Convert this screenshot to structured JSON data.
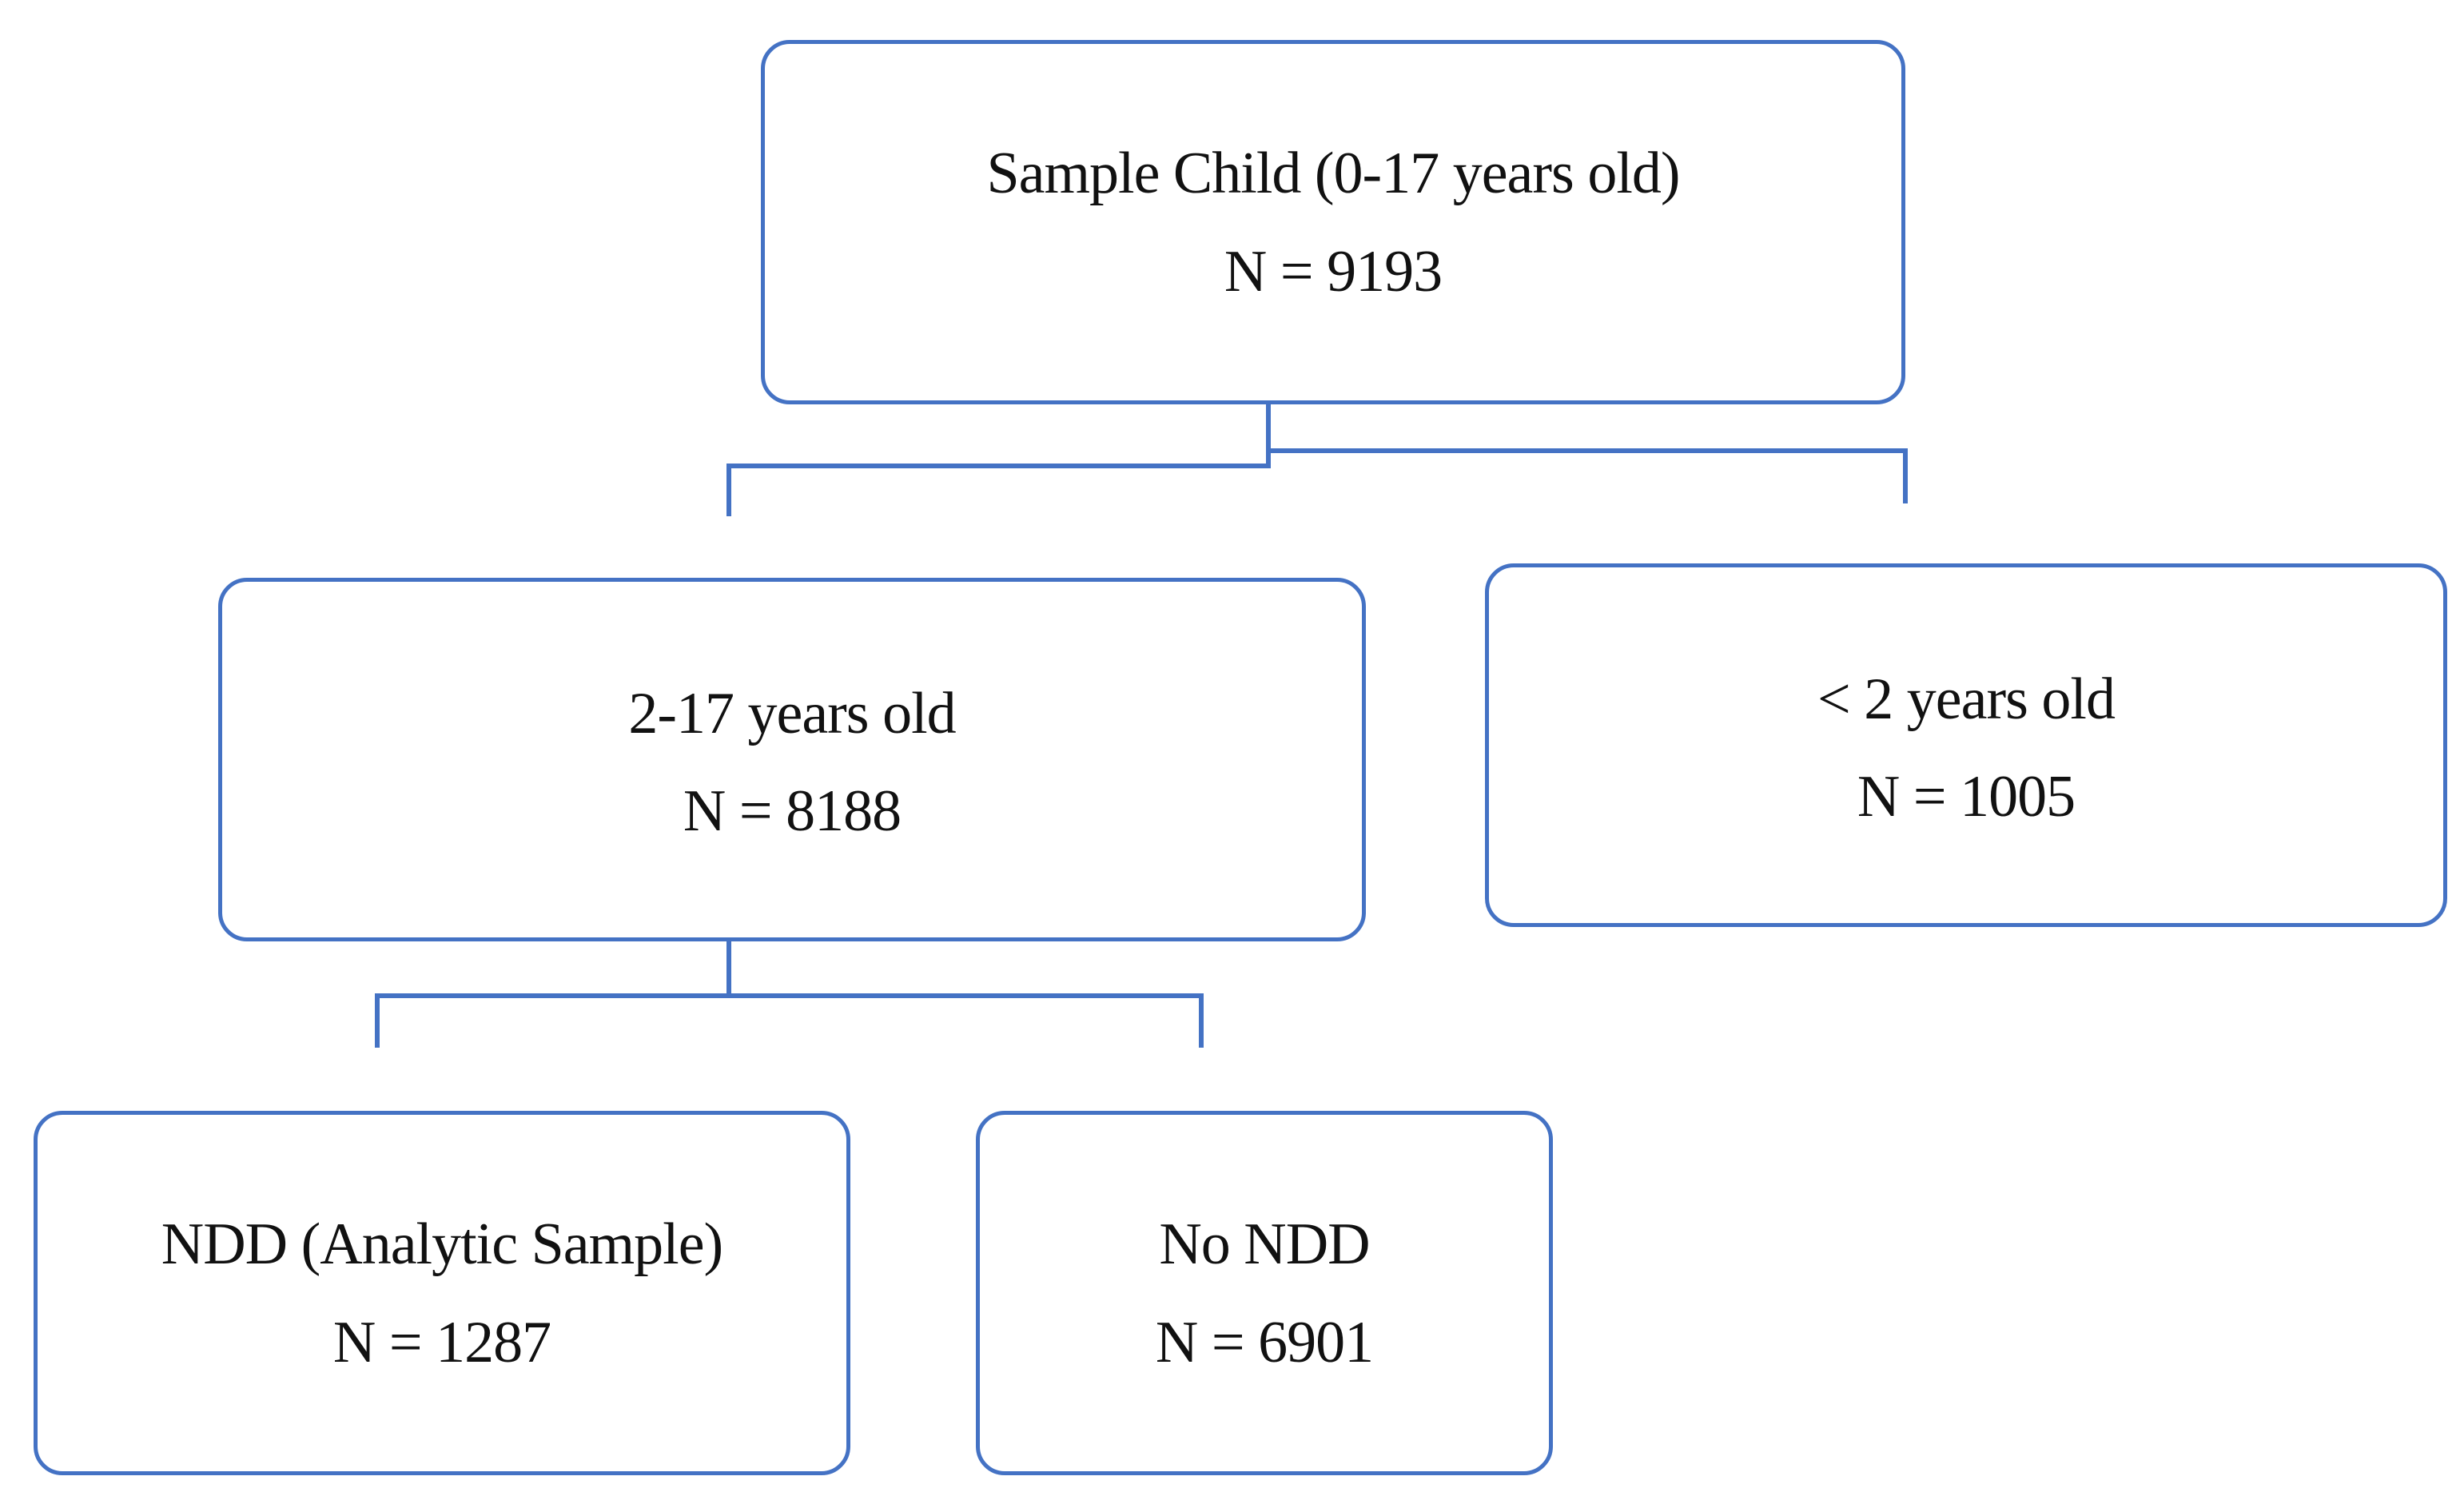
{
  "diagram": {
    "accent_color": "#4472C4",
    "nodes": {
      "root": {
        "line1": "Sample Child (0-17 years old)",
        "line2": "N = 9193"
      },
      "age_2_17": {
        "line1": "2-17 years old",
        "line2": "N = 8188"
      },
      "under_2": {
        "line1": "< 2 years old",
        "line2": "N = 1005"
      },
      "ndd": {
        "line1": "NDD (Analytic Sample)",
        "line2": "N = 1287"
      },
      "no_ndd": {
        "line1": "No NDD",
        "line2": "N = 6901"
      }
    }
  }
}
